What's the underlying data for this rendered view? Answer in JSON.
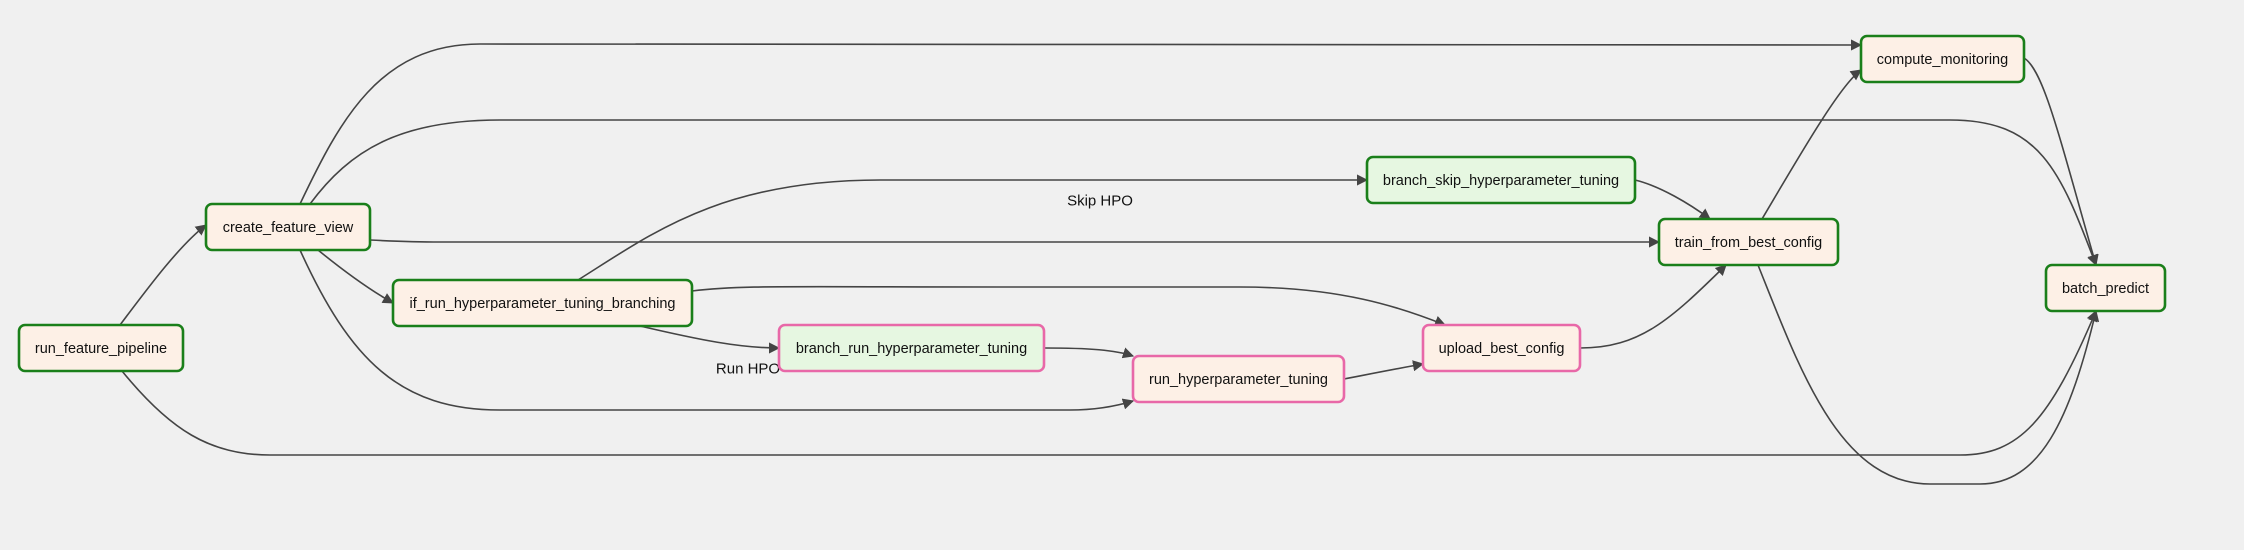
{
  "colors": {
    "background": "#f0f0f0",
    "edge": "#444444",
    "status_success_border": "#1a7f1a",
    "status_running_border": "#e868a8",
    "fill_task": "#fdf0e6",
    "fill_branch": "#e6f7e1"
  },
  "nodes": [
    {
      "id": "run_feature_pipeline",
      "label": "run_feature_pipeline",
      "kind": "task",
      "status": "success"
    },
    {
      "id": "create_feature_view",
      "label": "create_feature_view",
      "kind": "task",
      "status": "success"
    },
    {
      "id": "if_run_hyperparameter_tuning_branching",
      "label": "if_run_hyperparameter_tuning_branching",
      "kind": "task",
      "status": "success"
    },
    {
      "id": "branch_run_hyperparameter_tuning",
      "label": "branch_run_hyperparameter_tuning",
      "kind": "branch",
      "status": "running"
    },
    {
      "id": "run_hyperparameter_tuning",
      "label": "run_hyperparameter_tuning",
      "kind": "task",
      "status": "running"
    },
    {
      "id": "upload_best_config",
      "label": "upload_best_config",
      "kind": "task",
      "status": "running"
    },
    {
      "id": "branch_skip_hyperparameter_tuning",
      "label": "branch_skip_hyperparameter_tuning",
      "kind": "branch",
      "status": "success"
    },
    {
      "id": "train_from_best_config",
      "label": "train_from_best_config",
      "kind": "task",
      "status": "success"
    },
    {
      "id": "compute_monitoring",
      "label": "compute_monitoring",
      "kind": "task",
      "status": "success"
    },
    {
      "id": "batch_predict",
      "label": "batch_predict",
      "kind": "task",
      "status": "success"
    }
  ],
  "edges": [
    {
      "from": "run_feature_pipeline",
      "to": "create_feature_view"
    },
    {
      "from": "run_feature_pipeline",
      "to": "batch_predict"
    },
    {
      "from": "create_feature_view",
      "to": "compute_monitoring"
    },
    {
      "from": "create_feature_view",
      "to": "batch_predict"
    },
    {
      "from": "create_feature_view",
      "to": "train_from_best_config"
    },
    {
      "from": "create_feature_view",
      "to": "if_run_hyperparameter_tuning_branching"
    },
    {
      "from": "create_feature_view",
      "to": "run_hyperparameter_tuning"
    },
    {
      "from": "if_run_hyperparameter_tuning_branching",
      "to": "branch_skip_hyperparameter_tuning",
      "label": "Skip HPO"
    },
    {
      "from": "if_run_hyperparameter_tuning_branching",
      "to": "branch_run_hyperparameter_tuning",
      "label": "Run HPO"
    },
    {
      "from": "if_run_hyperparameter_tuning_branching",
      "to": "upload_best_config"
    },
    {
      "from": "branch_run_hyperparameter_tuning",
      "to": "run_hyperparameter_tuning"
    },
    {
      "from": "run_hyperparameter_tuning",
      "to": "upload_best_config"
    },
    {
      "from": "upload_best_config",
      "to": "train_from_best_config"
    },
    {
      "from": "branch_skip_hyperparameter_tuning",
      "to": "train_from_best_config"
    },
    {
      "from": "train_from_best_config",
      "to": "compute_monitoring"
    },
    {
      "from": "train_from_best_config",
      "to": "batch_predict"
    },
    {
      "from": "compute_monitoring",
      "to": "batch_predict"
    }
  ]
}
